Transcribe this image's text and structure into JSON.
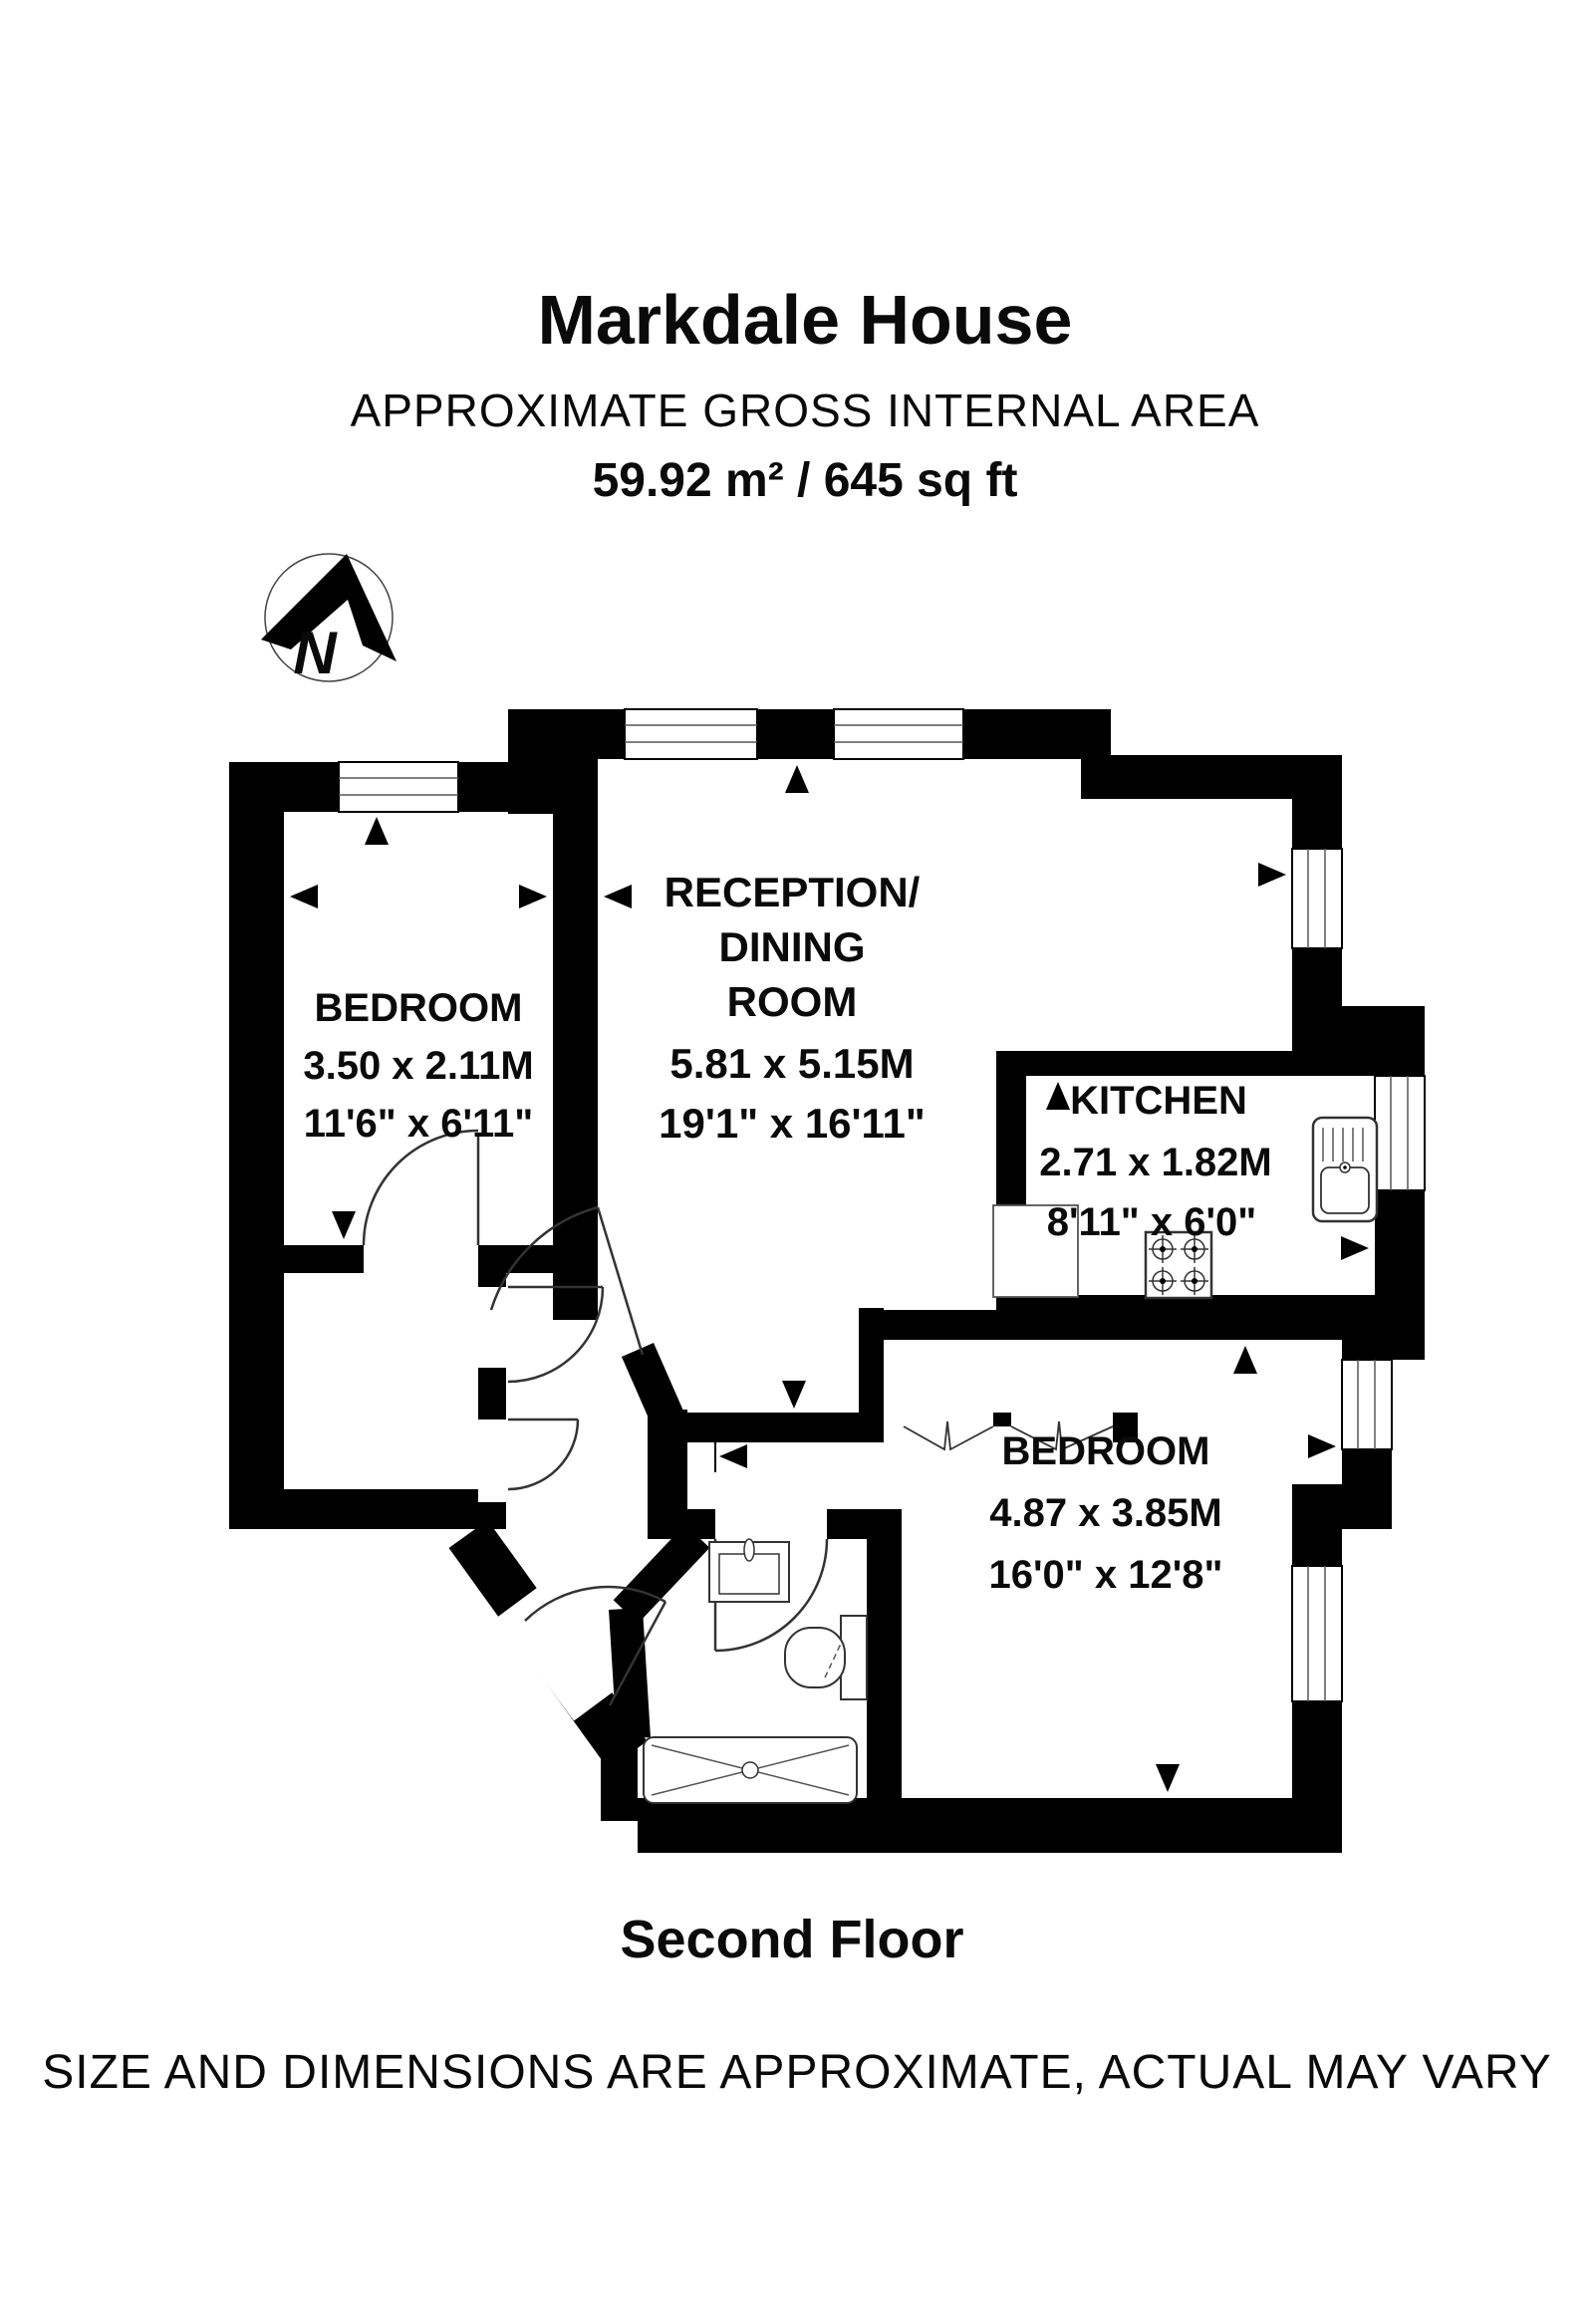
{
  "header": {
    "title": "Markdale House",
    "subtitle": "APPROXIMATE GROSS INTERNAL AREA",
    "area": "59.92 m² / 645 sq ft"
  },
  "compass": {
    "label": "N"
  },
  "rooms": {
    "bedroom1": {
      "name": "BEDROOM",
      "metric": "3.50 x 2.11M",
      "imperial": "11'6\" x 6'11\""
    },
    "reception": {
      "name_line1": "RECEPTION/",
      "name_line2": "DINING",
      "name_line3": "ROOM",
      "metric": "5.81 x 5.15M",
      "imperial": "19'1\" x 16'11\""
    },
    "kitchen": {
      "name": "KITCHEN",
      "metric": "2.71 x 1.82M",
      "imperial": "8'11\" x 6'0\""
    },
    "bedroom2": {
      "name": "BEDROOM",
      "metric": "4.87 x 3.85M",
      "imperial": "16'0\" x 12'8\""
    }
  },
  "floor_label": "Second Floor",
  "disclaimer": "SIZE AND DIMENSIONS ARE APPROXIMATE, ACTUAL MAY VARY",
  "colors": {
    "ink": "#000000",
    "background": "#ffffff"
  }
}
